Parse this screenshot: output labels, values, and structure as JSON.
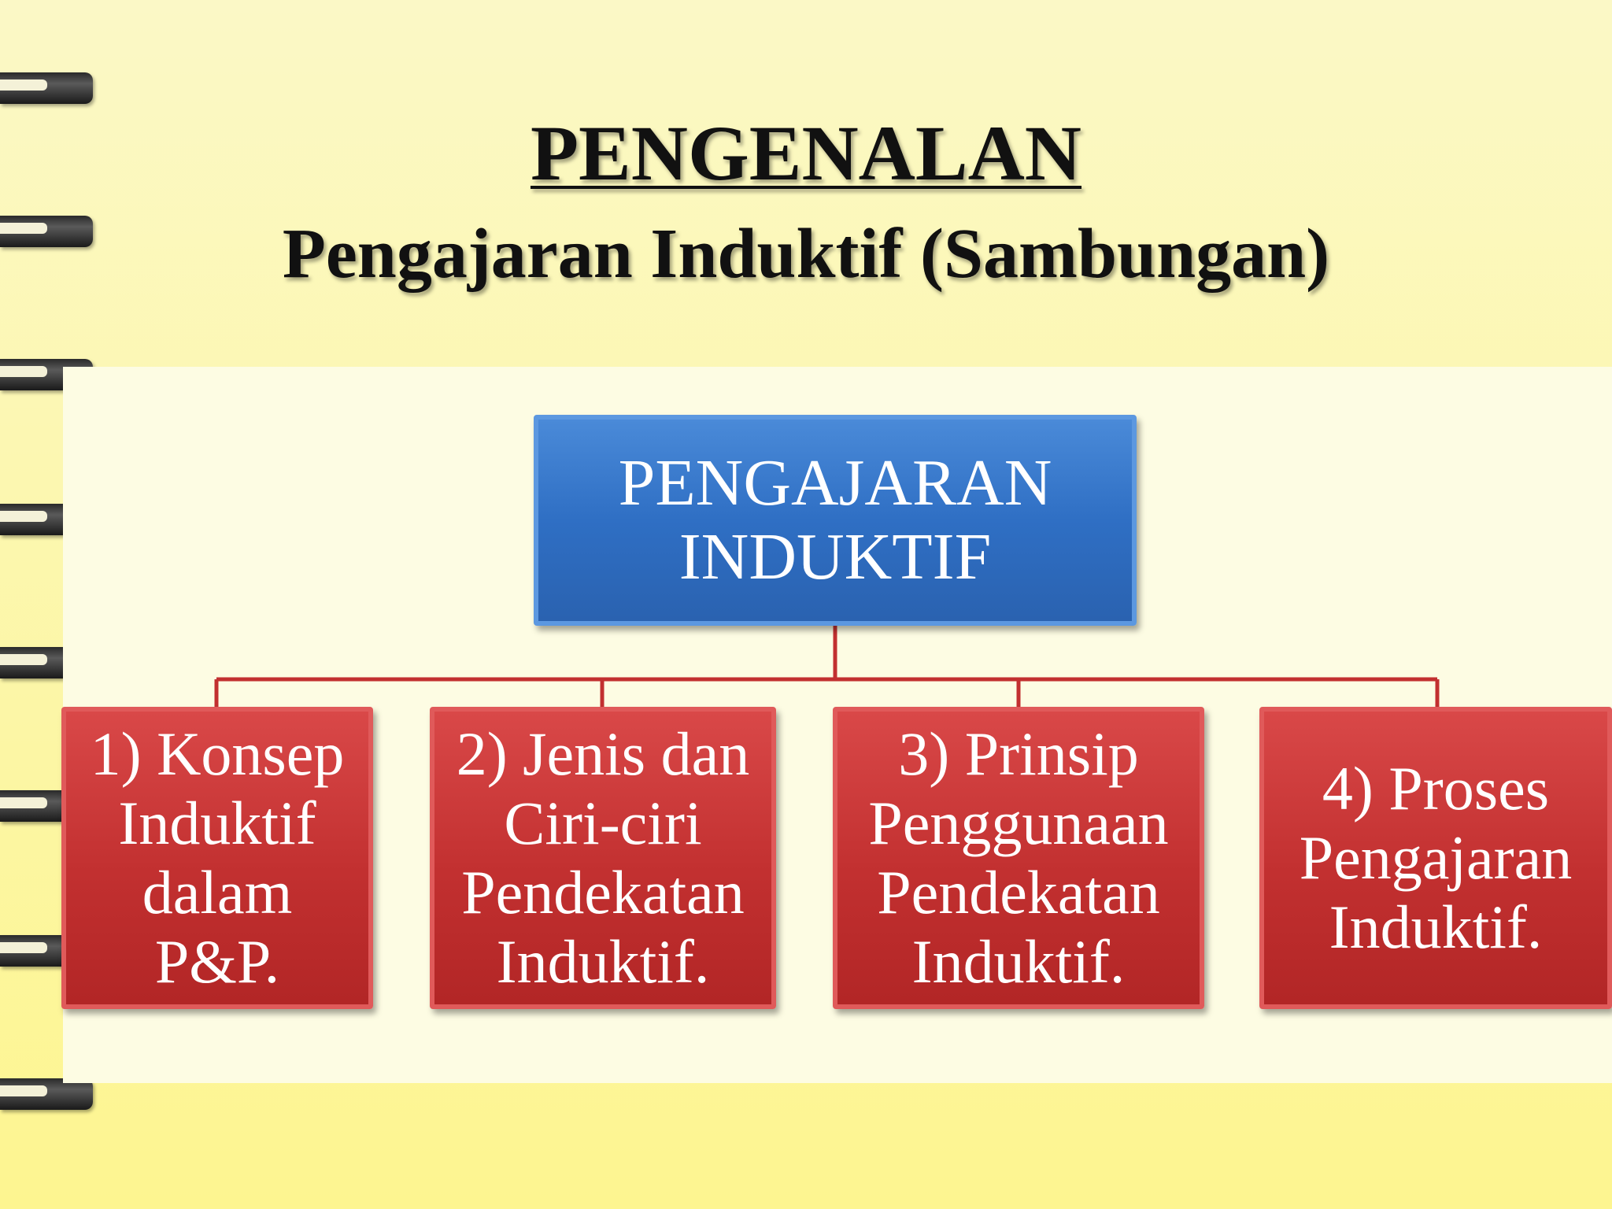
{
  "title": {
    "main": "PENGENALAN",
    "sub": "Pengajaran Induktif (Sambungan)"
  },
  "diagram": {
    "root": {
      "label": "PENGAJARAN\nINDUKTIF"
    },
    "children": [
      {
        "label": "1) Konsep\nInduktif\ndalam\nP&P."
      },
      {
        "label": "2) Jenis dan\nCiri-ciri\nPendekatan\nInduktif."
      },
      {
        "label": "3) Prinsip\nPenggunaan\nPendekatan\nInduktif."
      },
      {
        "label": "4) Proses\nPengajaran\nInduktif."
      }
    ]
  },
  "colors": {
    "root_box": "#2f6fc4",
    "child_box": "#c23030",
    "connector": "#c23030",
    "background": "#fcf7b0"
  }
}
